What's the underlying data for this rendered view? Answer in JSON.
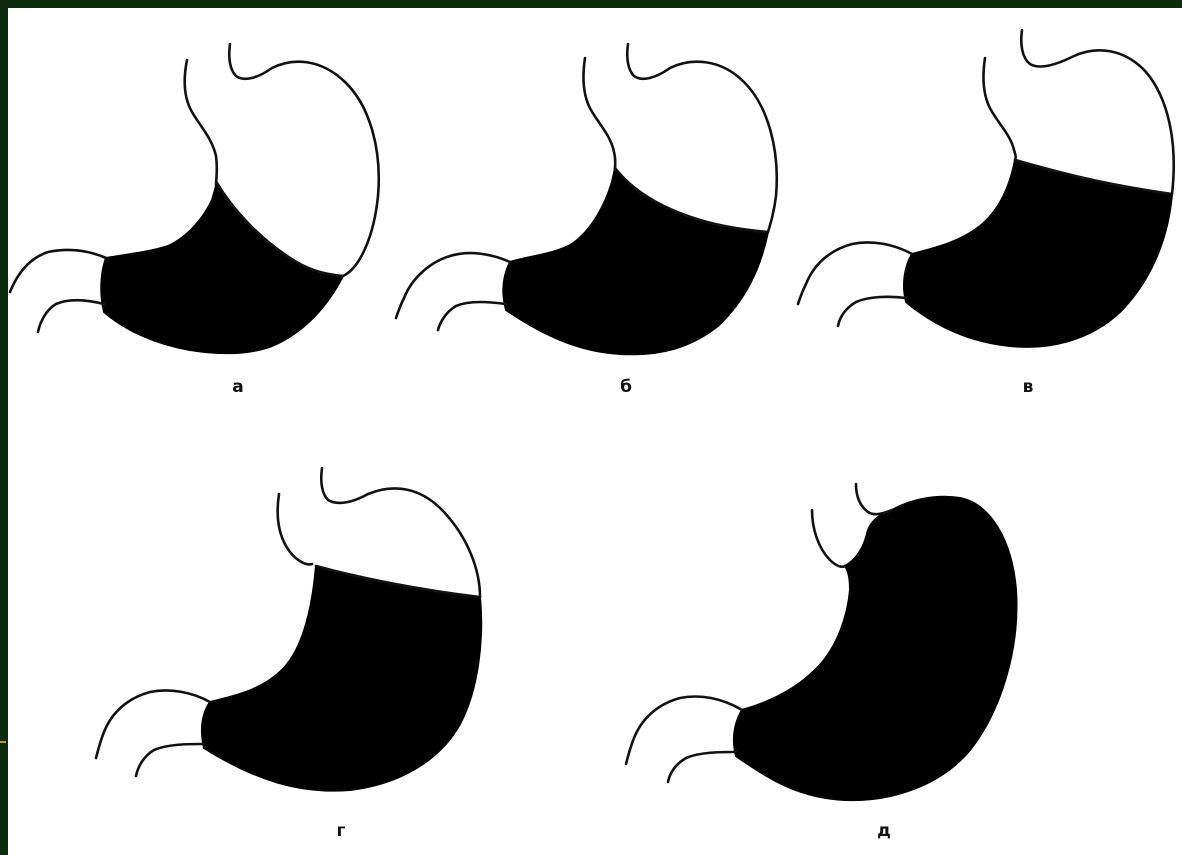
{
  "figure": {
    "panels": [
      {
        "id": "a",
        "label": "а"
      },
      {
        "id": "b",
        "label": "б"
      },
      {
        "id": "v",
        "label": "в"
      },
      {
        "id": "g",
        "label": "г"
      },
      {
        "id": "d",
        "label": "д"
      }
    ]
  },
  "colors": {
    "frame": "#0e2a0e",
    "background": "#ffffff",
    "fill": "#000000",
    "accent": "#b8961e"
  }
}
